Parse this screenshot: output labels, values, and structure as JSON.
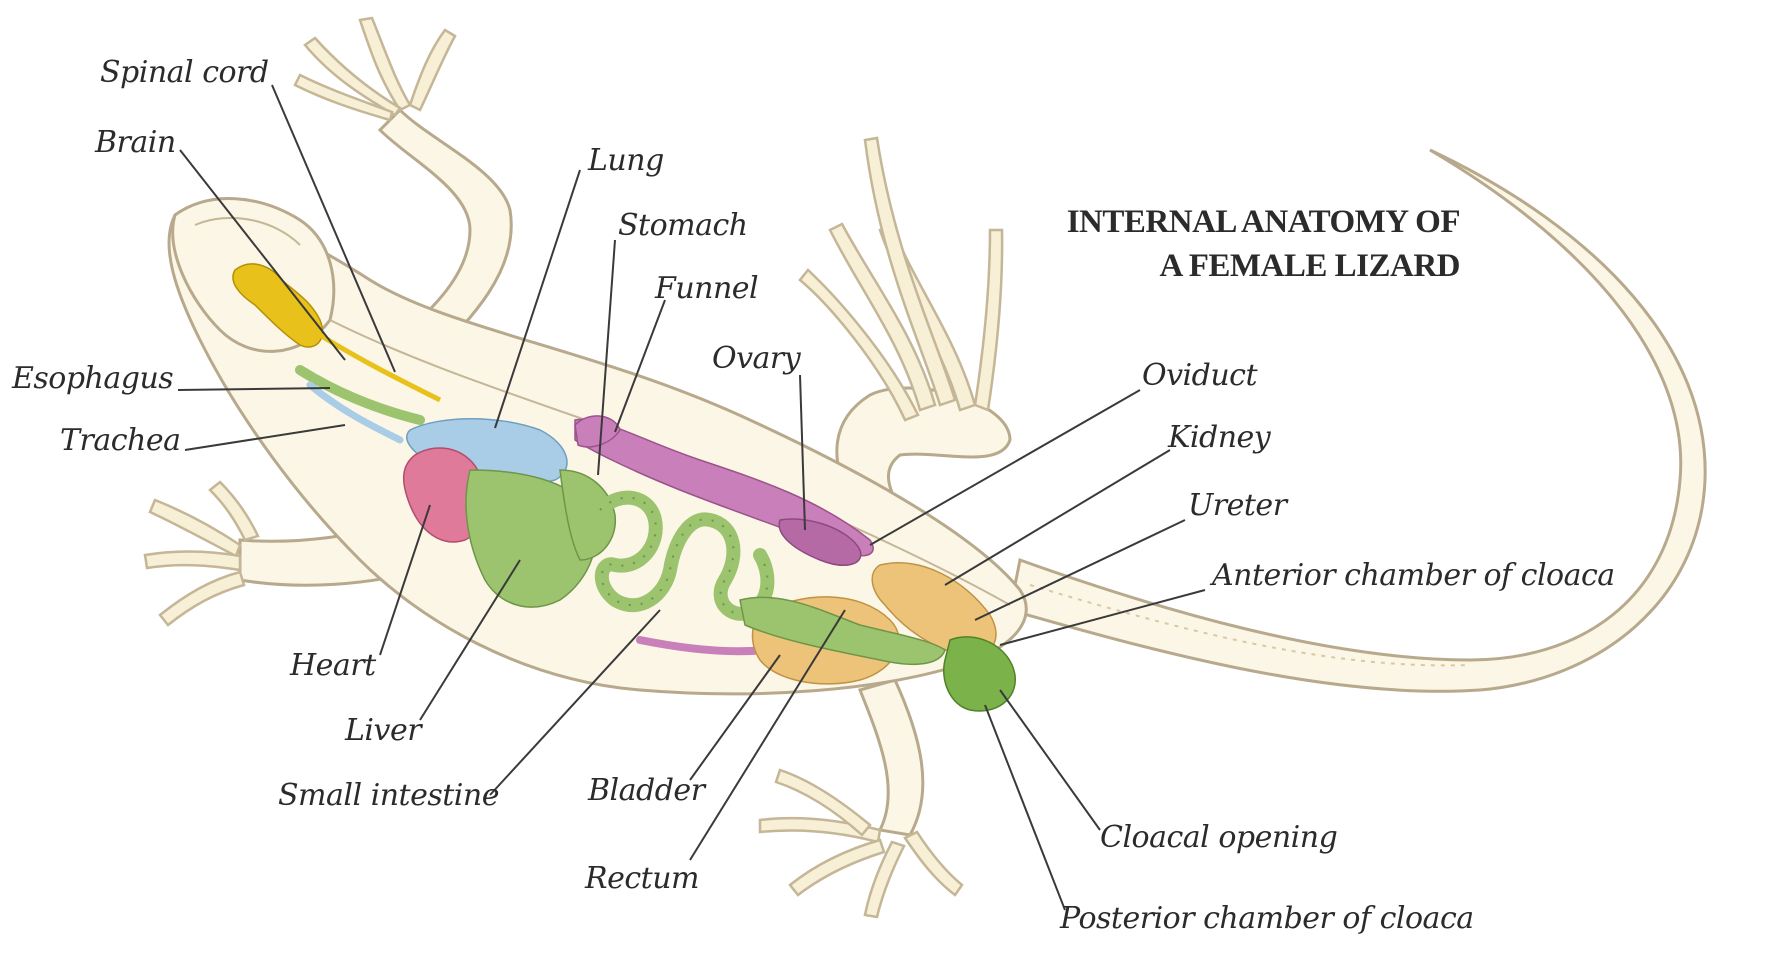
{
  "title": {
    "line1": "INTERNAL ANATOMY OF",
    "line2": "A FEMALE LIZARD"
  },
  "labels": {
    "spinal_cord": "Spinal cord",
    "brain": "Brain",
    "lung": "Lung",
    "stomach": "Stomach",
    "funnel": "Funnel",
    "ovary": "Ovary",
    "oviduct": "Oviduct",
    "kidney": "Kidney",
    "ureter": "Ureter",
    "anterior_chamber": "Anterior chamber of cloaca",
    "esophagus": "Esophagus",
    "trachea": "Trachea",
    "heart": "Heart",
    "liver": "Liver",
    "small_intestine": "Small intestine",
    "bladder": "Bladder",
    "rectum": "Rectum",
    "cloacal_opening": "Cloacal opening",
    "posterior_chamber": "Posterior chamber of cloaca"
  },
  "colors": {
    "body": "#fbf6e6",
    "outline": "#b8a98c",
    "brain": "#e8c21a",
    "lung": "#a9cde6",
    "heart": "#e07a9a",
    "liver_intestine": "#9cc36e",
    "ovary_oviduct": "#c97fb9",
    "kidney_bladder": "#edc37a",
    "cloaca": "#7bb34a"
  }
}
